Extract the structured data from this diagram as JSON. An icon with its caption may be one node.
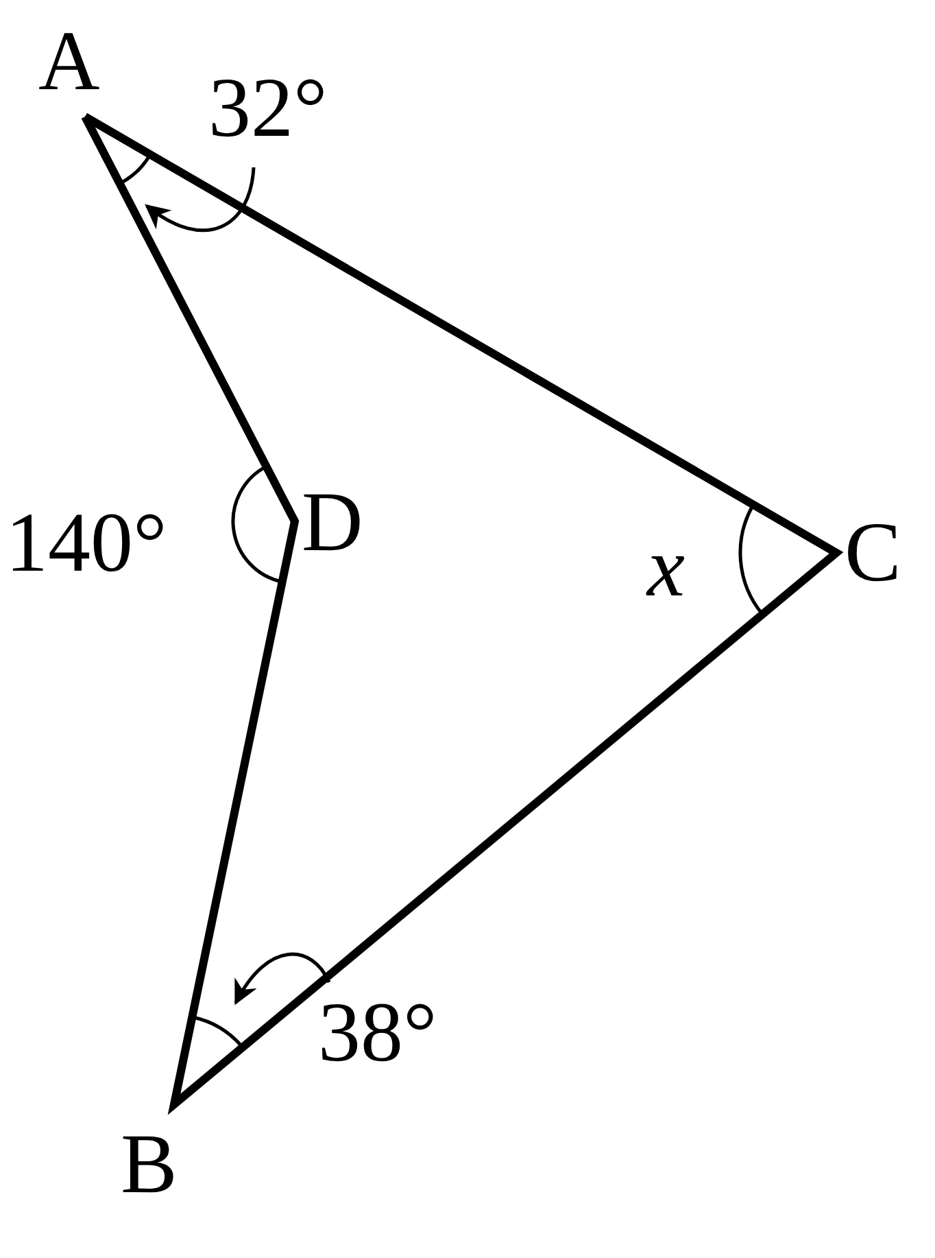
{
  "diagram": {
    "nodes": [
      {
        "text": [
          "32°"
        ]
      },
      {
        "text": [
          "38°"
        ]
      }
    ],
    "edges": [
      {
        "from": 0,
        "to": null,
        "arrow": "to"
      },
      {
        "from": 1,
        "to": null,
        "arrow": "to"
      }
    ],
    "labels": [
      "A",
      "D",
      "140°",
      "x",
      "C",
      "B"
    ]
  }
}
